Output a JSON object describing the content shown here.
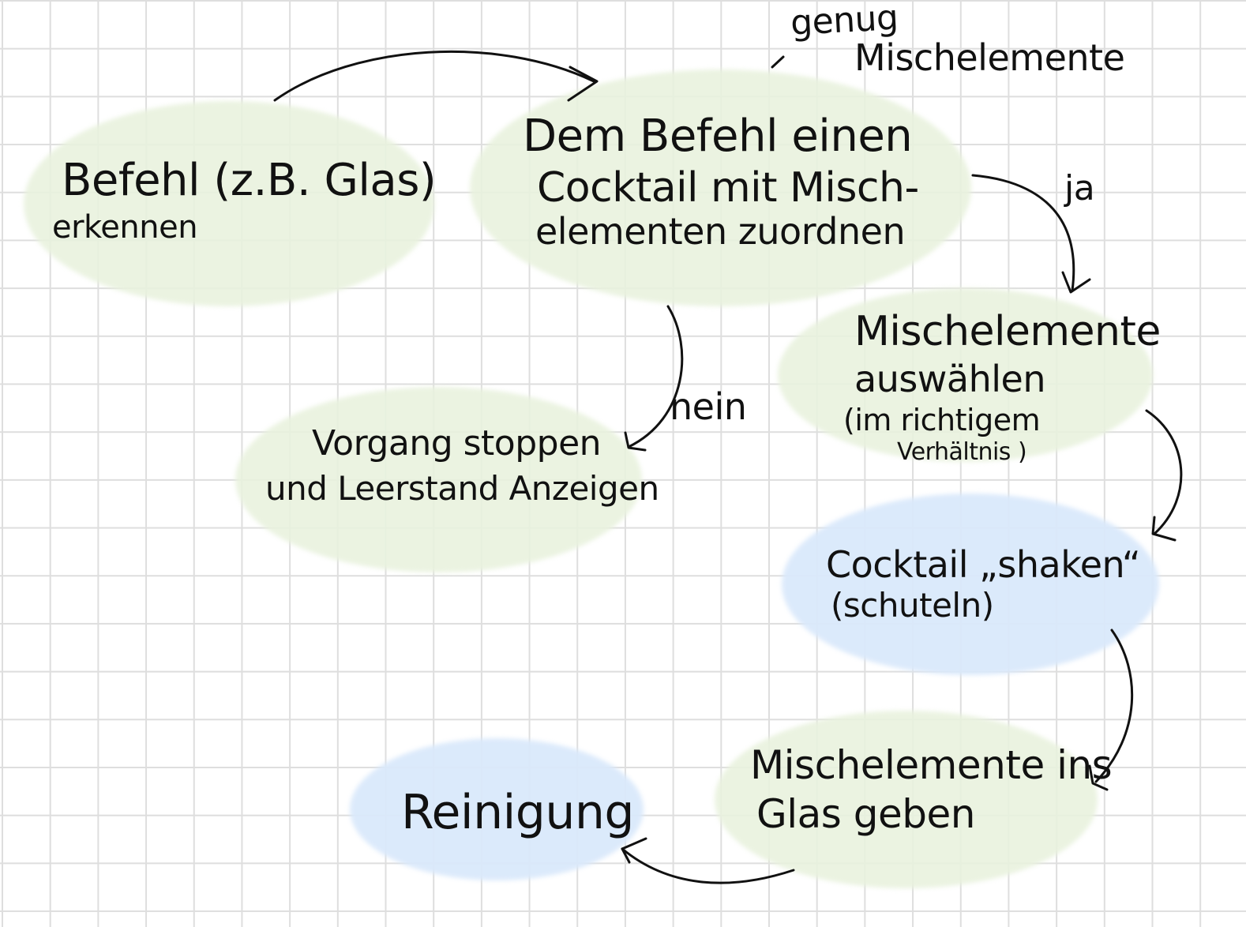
{
  "nodes": {
    "befehl_erkennen": {
      "line1": "Befehl (z.B. Glas)",
      "line2": "erkennen"
    },
    "zuordnen": {
      "line1": "Dem Befehl einen",
      "line2": "Cocktail mit Misch-",
      "line3": "elementen zuordnen"
    },
    "auswaehlen": {
      "line1": "Mischelemente",
      "line2": "auswählen",
      "line3": "(im richtigem",
      "line4": "Verhältnis )"
    },
    "stoppen": {
      "line1": "Vorgang stoppen",
      "line2": "und Leerstand Anzeigen"
    },
    "shaken": {
      "line1": "Cocktail „shaken“",
      "line2": "(schuteln)"
    },
    "ins_glas": {
      "line1": "Mischelemente ins",
      "line2": "Glas geben"
    },
    "reinigung": {
      "line1": "Reinigung"
    }
  },
  "annotations": {
    "condition_line1": "genug",
    "condition_line2": "Mischelemente",
    "yes_label": "ja",
    "no_label": "nein"
  },
  "colors": {
    "process_fill": "#e9f2de",
    "highlight_fill": "#dae9fb",
    "ink": "#111111",
    "grid": "#dedede"
  }
}
